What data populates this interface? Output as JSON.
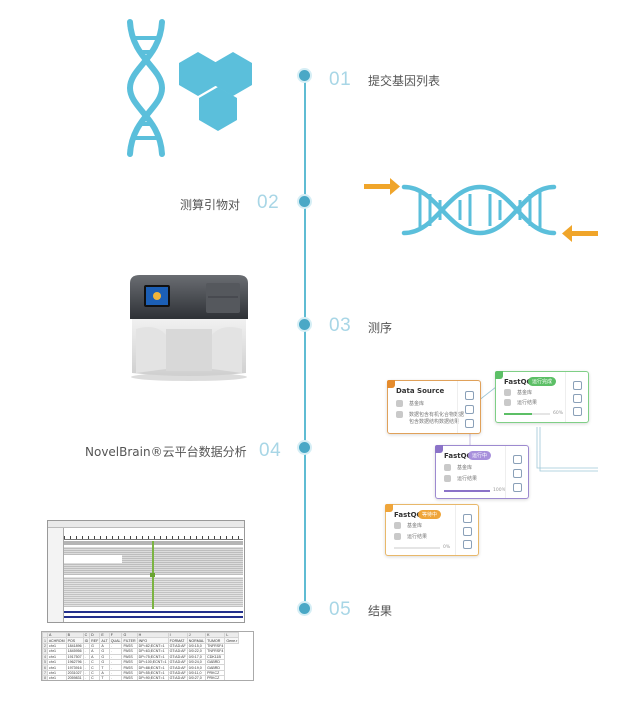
{
  "colors": {
    "accent": "#5bbfdb",
    "timeline": "#5fbcd3",
    "arrow": "#f0a52a"
  },
  "timeline": {
    "steps": [
      {
        "num": "01",
        "label": "提交基因列表"
      },
      {
        "num": "02",
        "label": "测算引物对"
      },
      {
        "num": "03",
        "label": "测序"
      },
      {
        "num": "04",
        "label": "NovelBrain®云平台数据分析"
      },
      {
        "num": "05",
        "label": "结果"
      }
    ]
  },
  "icons": {
    "step1": "dna-hexagon-icon",
    "step2": "primer-dna-icon",
    "step3": "sequencer-machine",
    "step4": "workflow-graph",
    "step5": "genome-browser"
  },
  "workflow": {
    "data_source": {
      "title": "Data Source",
      "row1": "基金库",
      "row2a": "数据包含有机化合物数据",
      "row2b": "包含数据结构数据结果"
    },
    "fastqc_top": {
      "title": "FastQC",
      "tag": "运行完成",
      "row1": "基金库",
      "row2": "运行结果",
      "progress": "60%"
    },
    "fastqc_mid": {
      "title": "FastQC",
      "tag": "运行中",
      "row1": "基金库",
      "row2": "运行结果",
      "progress": "100%"
    },
    "fastqc_bot": {
      "title": "FastQC",
      "tag": "等待中",
      "row1": "基金库",
      "row2": "运行结果",
      "progress": "0%"
    }
  },
  "spreadsheet": {
    "cols": [
      "A",
      "B",
      "C",
      "D",
      "E",
      "F",
      "G",
      "H",
      "I",
      "J",
      "K",
      "L"
    ],
    "header": [
      "#CHROM",
      "POS",
      "ID",
      "REF",
      "ALT",
      "QUAL",
      "FILTER",
      "INFO",
      "FORMAT",
      "NORMAL",
      "TUMOR",
      "Gene.r"
    ],
    "rows": [
      [
        "1",
        "chr1",
        "1841896",
        ".",
        "G",
        "A",
        ".",
        "PASS",
        "DP=82;ECNT=1",
        "GT:AD:AF",
        "0/0:15,0",
        "TNFRSF4"
      ],
      [
        "2",
        "chr1",
        "1845956",
        ".",
        "A",
        "G",
        ".",
        "PASS",
        "DP=63;ECNT=1",
        "GT:AD:AF",
        "0/0:22,0",
        "TNFRSF4"
      ],
      [
        "3",
        "chr1",
        "1917507",
        ".",
        "A",
        "G",
        ".",
        "PASS",
        "DP=75;ECNT=1",
        "GT:AD:AF",
        "0/0:17,0",
        "CDK11B"
      ],
      [
        "4",
        "chr1",
        "1962796",
        ".",
        "C",
        "G",
        ".",
        "PASS",
        "DP=100;ECNT=1",
        "GT:AD:AF",
        "0/0:24,0",
        "GABRD"
      ],
      [
        "5",
        "chr1",
        "1973916",
        ".",
        "C",
        "T",
        ".",
        "PASS",
        "DP=88;ECNT=1",
        "GT:AD:AF",
        "0/0:19,0",
        "GABRD"
      ],
      [
        "6",
        "chr1",
        "2031027",
        ".",
        "C",
        "A",
        ".",
        "PASS",
        "DP=55;ECNT=1",
        "GT:AD:AF",
        "0/0:11,0",
        "PRKCZ"
      ],
      [
        "7",
        "chr1",
        "2059831",
        ".",
        "C",
        "T",
        ".",
        "PASS",
        "DP=90;ECNT=1",
        "GT:AD:AF",
        "0/0:27,0",
        "PRKCZ"
      ],
      [
        "8",
        "chr1",
        "2061304",
        ".",
        "G",
        "T",
        ".",
        "PASS",
        "DP=41;ECNT=1",
        "GT:AD:AF",
        "0/0:13,0",
        "PRKCZ"
      ]
    ]
  }
}
